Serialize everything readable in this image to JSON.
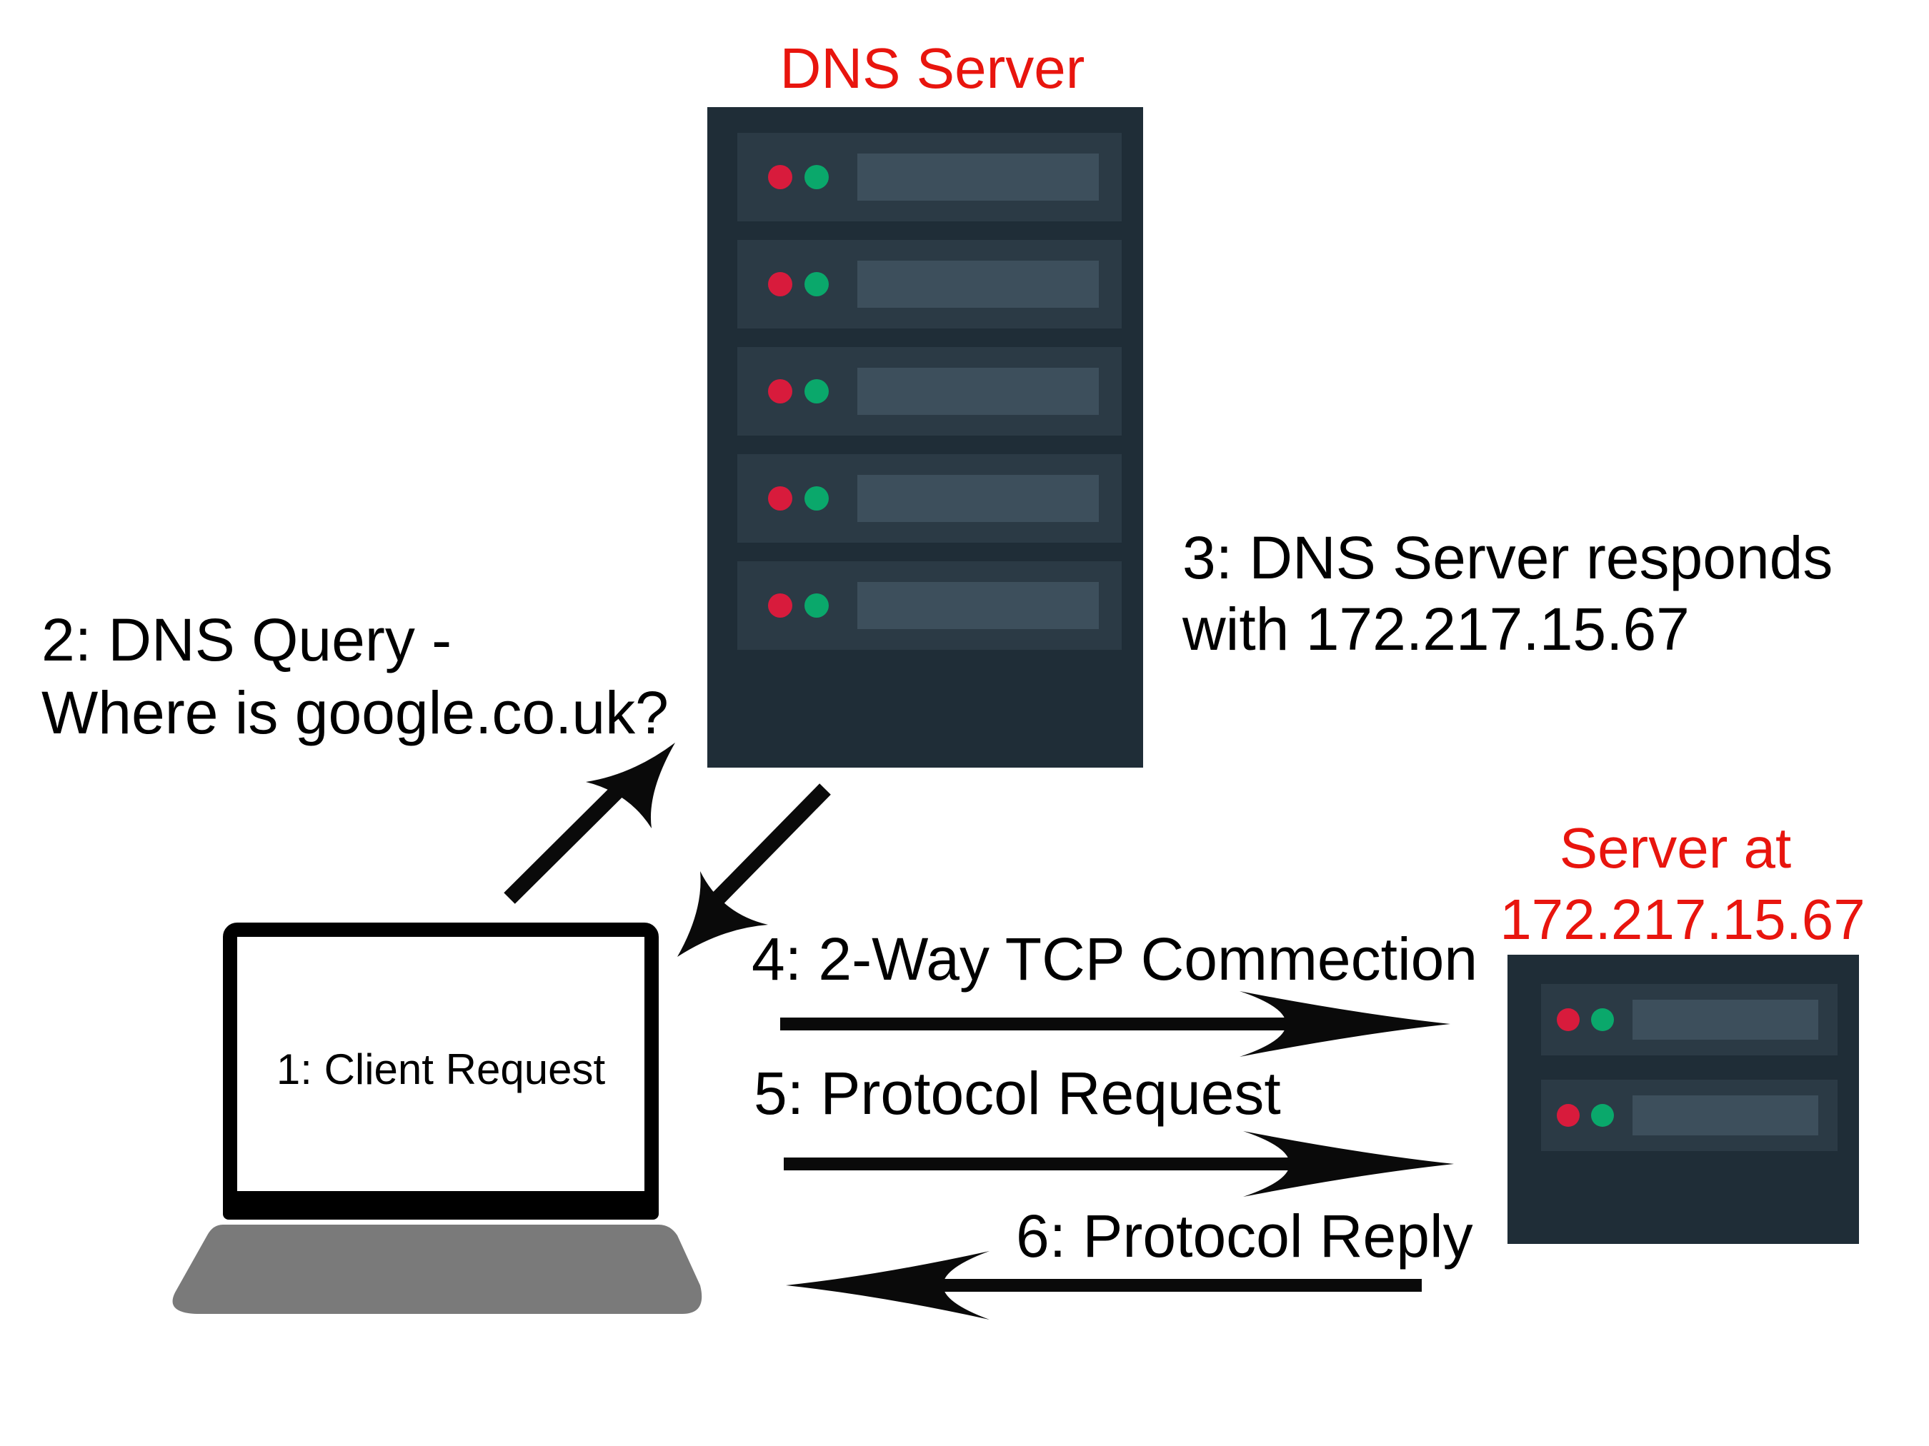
{
  "colors": {
    "server_body": "#1f2d37",
    "server_slot": "#2b3a45",
    "server_bar": "#3d4f5c",
    "led_red": "#d81b3c",
    "led_green": "#0aa86b",
    "label_red": "#e8150e",
    "laptop_base": "#7a7a7a",
    "arrow": "#0a0a0a"
  },
  "dns_server": {
    "title": "DNS Server",
    "slot_count": 5
  },
  "web_server": {
    "title_line1": "Server at",
    "title_line2": "172.217.15.67",
    "slot_count": 2
  },
  "laptop": {
    "screen_label": "1: Client Request"
  },
  "steps": {
    "query_line1": "2: DNS Query -",
    "query_line2": "Where is google.co.uk?",
    "response_line1": "3: DNS Server responds",
    "response_line2": "with 172.217.15.67",
    "tcp": "4: 2-Way TCP Commection",
    "protocol_request": "5: Protocol Request",
    "protocol_reply": "6: Protocol Reply"
  }
}
